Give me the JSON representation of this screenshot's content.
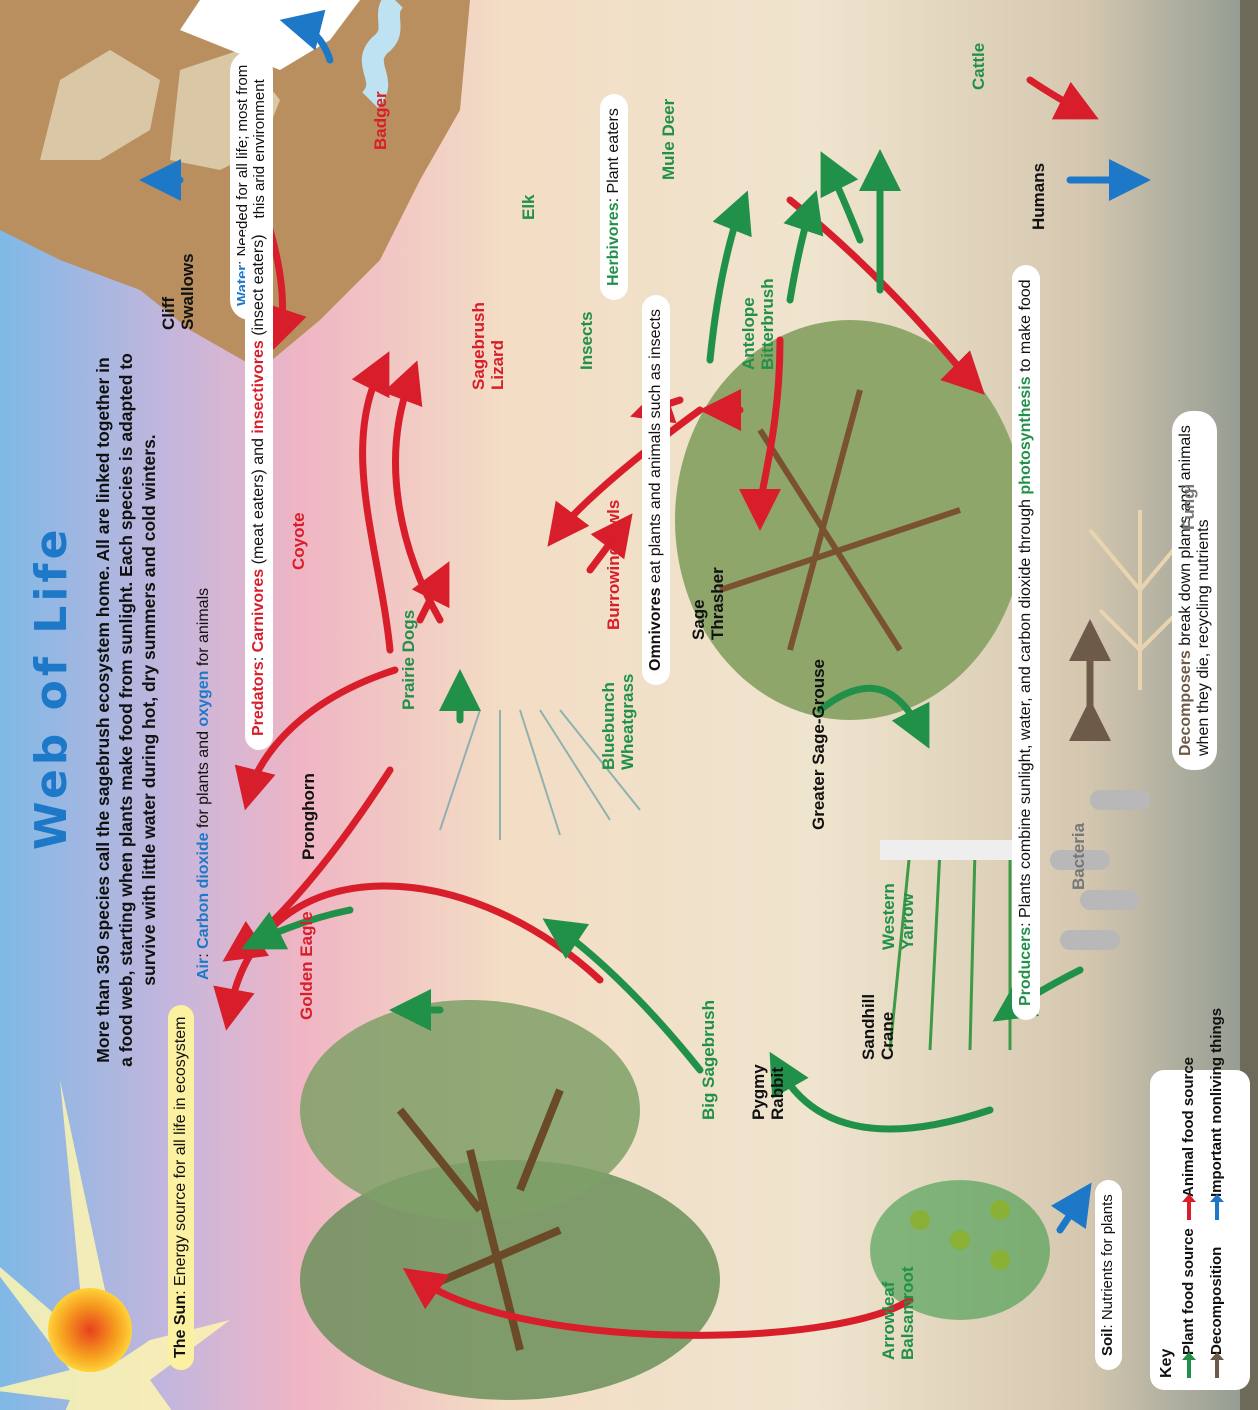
{
  "title": "Web of Life",
  "intro": "More than 350 species call the sagebrush ecosystem home. All are linked together in a food web, starting when plants make food from sunlight. Each species is adapted to survive with little water during hot, dry summers and cold winters.",
  "colors": {
    "plant_arrow": "#21914a",
    "animal_arrow": "#d81e2a",
    "decomp_arrow": "#6e5a48",
    "nonliving_arrow": "#1e78c8",
    "title": "#1e78c8"
  },
  "sun": {
    "label": "The Sun",
    "desc": ": Energy source for all life in ecosystem"
  },
  "air": {
    "label": "Air",
    "t1": ": ",
    "co2": "Carbon dioxide",
    "t2": " for plants and ",
    "o2": "oxygen",
    "t3": " for animals"
  },
  "water": {
    "label": "Water",
    "line1": ": Needed for all life; most from",
    "line2": "snow melt in this arid environment"
  },
  "predators": {
    "label": "Predators",
    "t1": ": ",
    "carn": "Carnivores",
    "t2": " (meat eaters) and ",
    "insect": "insectivores",
    "t3": " (insect eaters)"
  },
  "herbivores": {
    "label": "Herbivores",
    "desc": ": Plant eaters"
  },
  "omnivores": {
    "label": "Omnivores",
    "desc": " eat plants and animals such as insects"
  },
  "producers": {
    "label": "Producers",
    "t1": ": Plants combine sunlight, water, and carbon dioxide through ",
    "photo": "photosynthesis",
    "t2": " to make food"
  },
  "decomposers": {
    "label": "Decomposers",
    "line1": " break down plants and animals",
    "line2": "when they die, recycling nutrients"
  },
  "soil": {
    "label": "Soil",
    "desc": ": Nutrients for plants"
  },
  "organisms": {
    "golden_eagle": "Golden Eagle",
    "pronghorn": "Pronghorn",
    "prairie_dogs": "Prairie Dogs",
    "coyote": "Coyote",
    "cliff_swallows": [
      "Cliff",
      "Swallows"
    ],
    "badger": "Badger",
    "elk": "Elk",
    "mule_deer": "Mule Deer",
    "cattle": "Cattle",
    "humans": "Humans",
    "sagebrush_lizard": [
      "Sagebrush",
      "Lizard"
    ],
    "insects": "Insects",
    "burrowing_owls": "Burrowing Owls",
    "sage_thrasher": [
      "Sage",
      "Thrasher"
    ],
    "antelope_bitterbrush": [
      "Antelope",
      "Bitterbrush"
    ],
    "bluebunch_wheatgrass": [
      "Bluebunch",
      "Wheatgrass"
    ],
    "greater_sage_grouse": "Greater Sage-Grouse",
    "western_yarrow": [
      "Western",
      "Yarrow"
    ],
    "sandhill_crane": [
      "Sandhill",
      "Crane"
    ],
    "big_sagebrush": "Big Sagebrush",
    "pygmy_rabbit": [
      "Pygmy",
      "Rabbit"
    ],
    "arrowleaf_balsamroot": [
      "Arrowleaf",
      "Balsamroot"
    ],
    "bacteria": "Bacteria",
    "fungi": "Fungi"
  },
  "key": {
    "title": "Key",
    "plant": "Plant food source",
    "animal": "Animal food source",
    "decomposition": "Decomposition",
    "nonliving": "Important nonliving things"
  }
}
